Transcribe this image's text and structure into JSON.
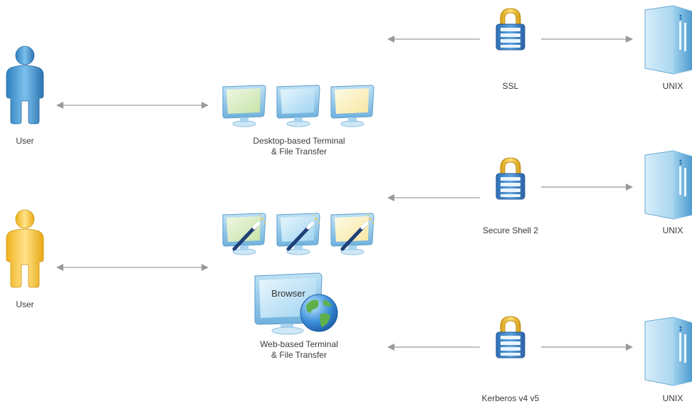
{
  "users": [
    {
      "label": "User",
      "color": "blue"
    },
    {
      "label": "User",
      "color": "yellow"
    }
  ],
  "desktop_terminal": {
    "line1": "Desktop-based Terminal",
    "line2": "& File Transfer"
  },
  "web_terminal": {
    "line1": "Web-based Terminal",
    "line2": "& File Transfer",
    "browser_text": "Browser"
  },
  "security": [
    {
      "label": "SSL"
    },
    {
      "label": "Secure Shell 2"
    },
    {
      "label": "Kerberos v4 v5"
    }
  ],
  "servers": [
    {
      "label": "UNIX"
    },
    {
      "label": "UNIX"
    },
    {
      "label": "UNIX"
    }
  ],
  "colors": {
    "arrow": "#9a9a9a",
    "user_blue": "#3a8fd0",
    "user_yellow": "#f2c23a",
    "lock_body": "#3b7fc4",
    "lock_shackle": "#e8b82a",
    "monitor_frame": "#8fc3e3"
  }
}
